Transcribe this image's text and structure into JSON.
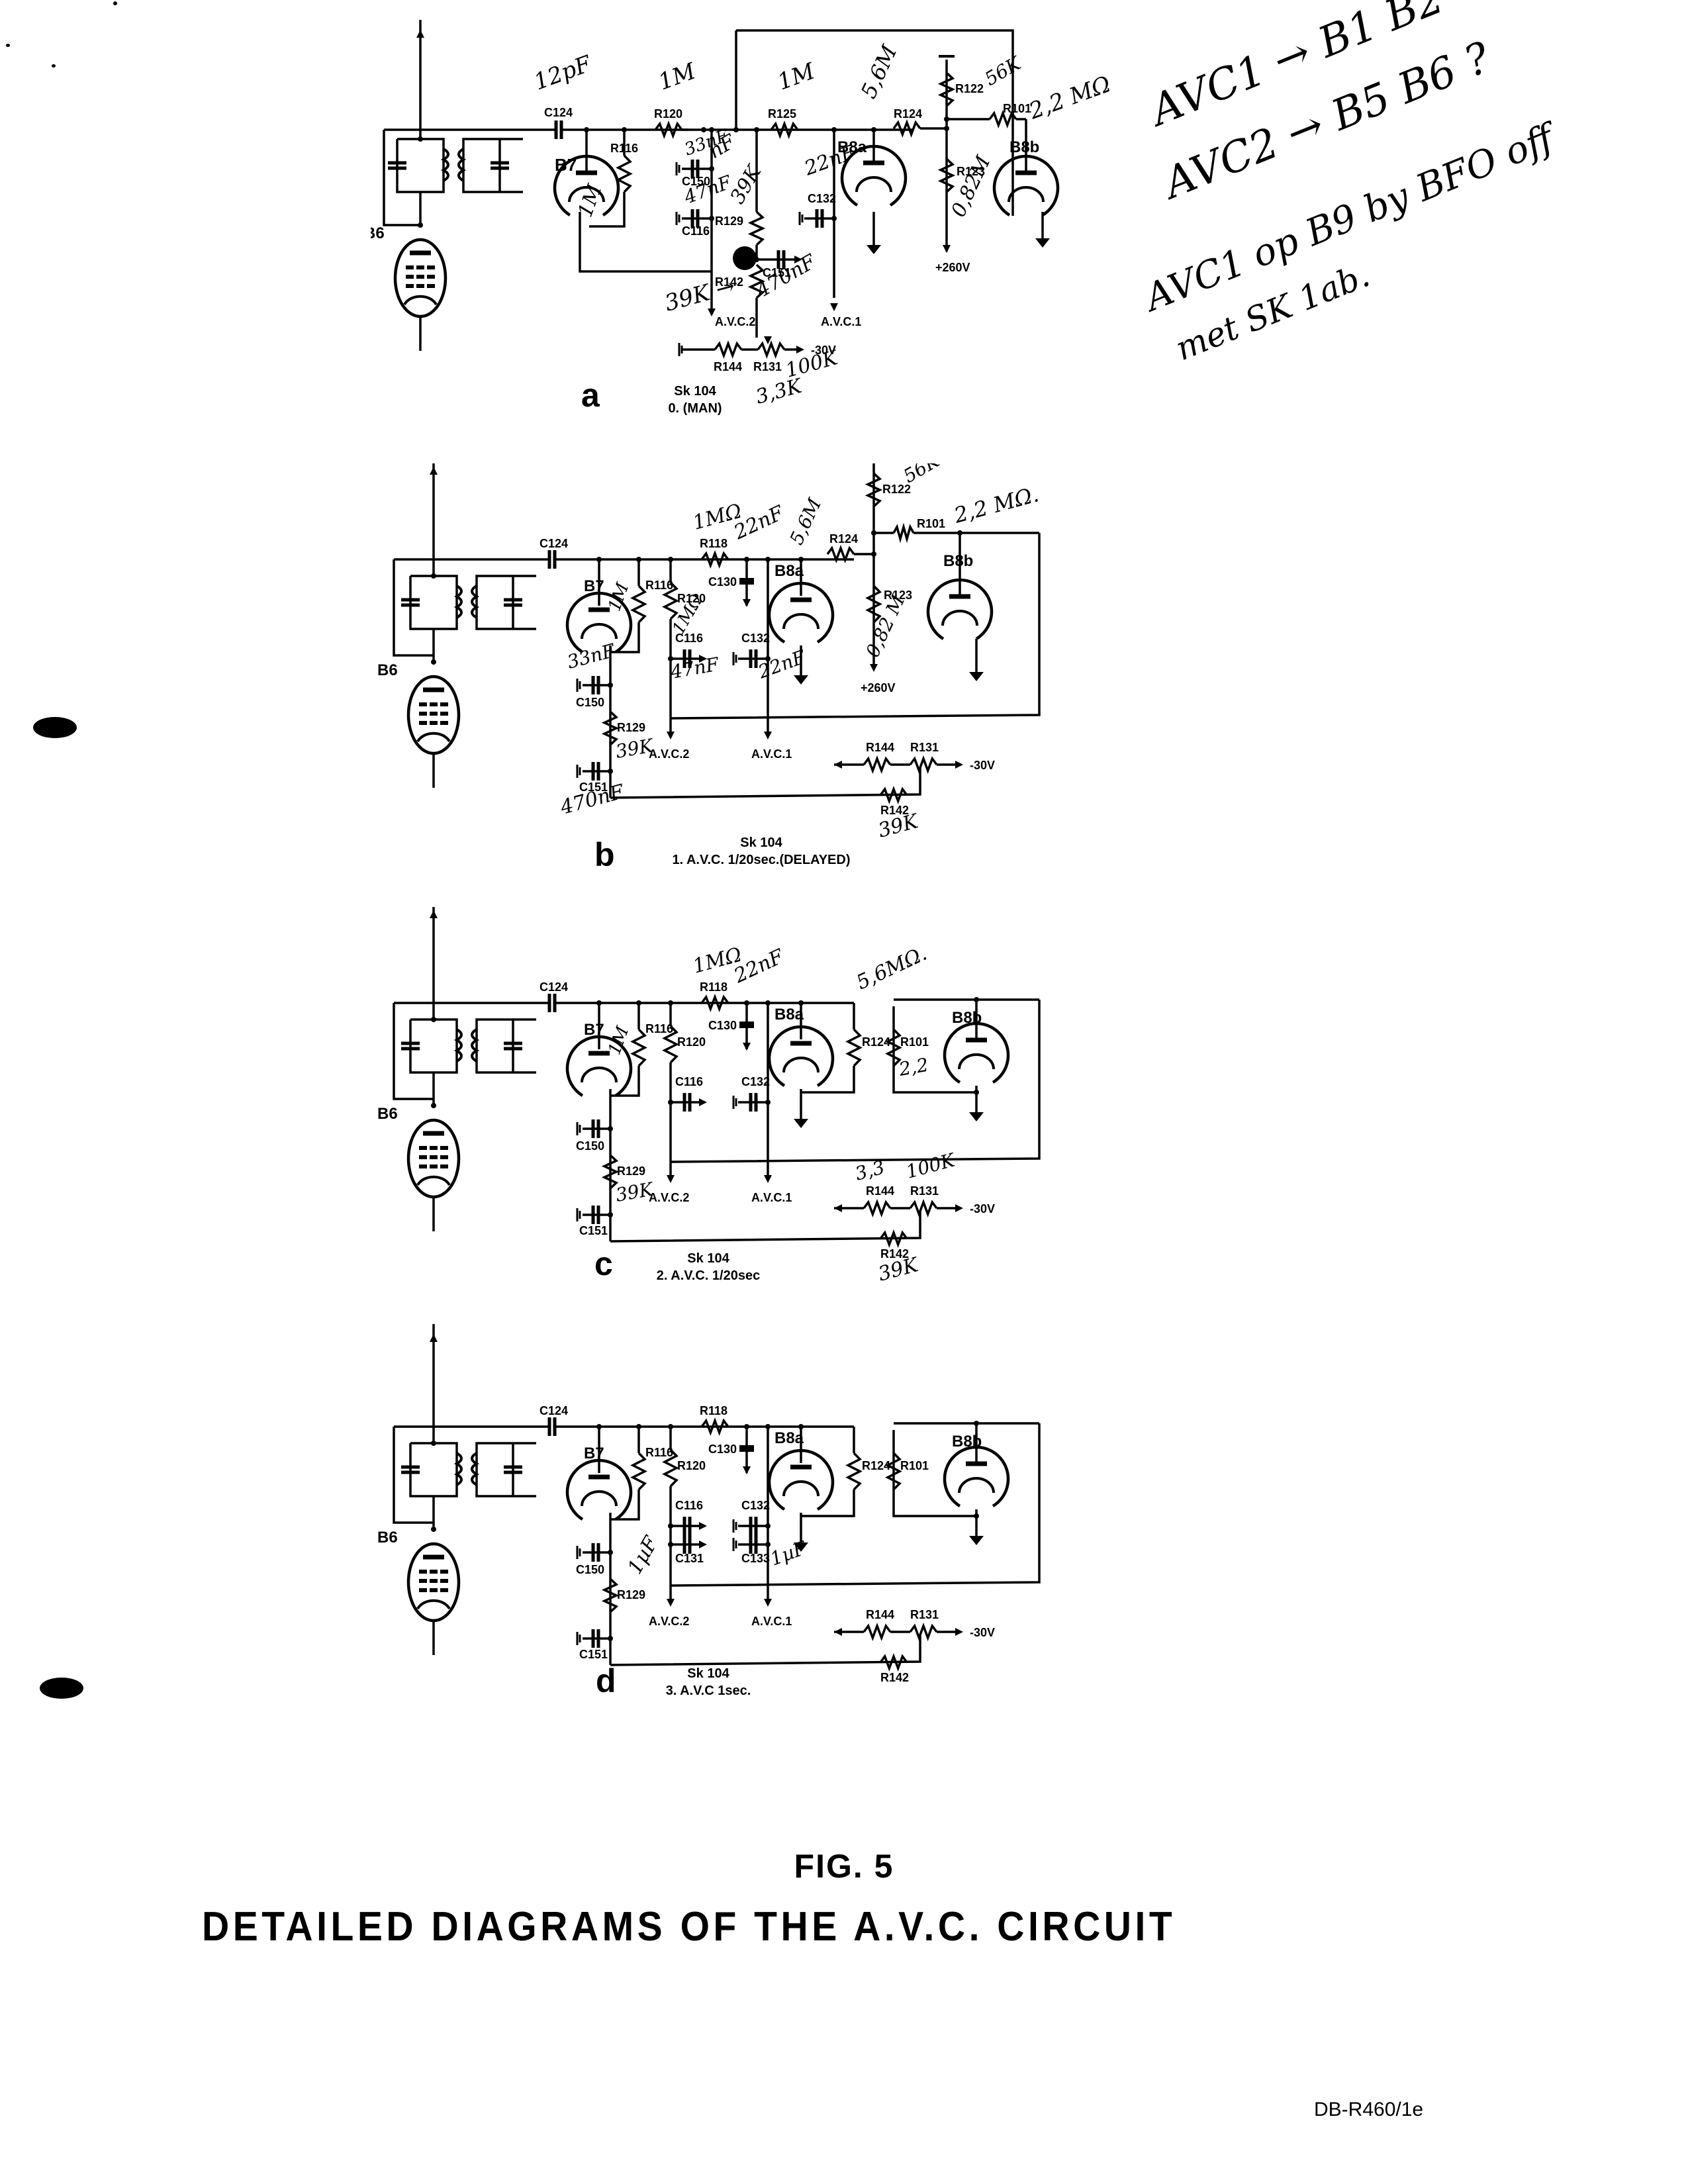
{
  "document": {
    "figure_number": "FIG. 5",
    "figure_title": "DETAILED DIAGRAMS OF THE A.V.C. CIRCUIT",
    "document_reference": "DB-R460/1e"
  },
  "handwritten_notes": [
    "AVC1 → B1 B2",
    "AVC2 → B5 B6 ?",
    "AVC1 op B9 by BFO off",
    "met SK 1ab."
  ],
  "common_labels": {
    "supply_plus": "+",
    "tube_b6": "B6",
    "tube_b7": "B7",
    "tube_b8a": "B8a",
    "tube_b8b": "B8b",
    "c124": "C124",
    "avc2": "A.V.C.2",
    "avc1": "A.V.C.1",
    "minus30v": "-30V",
    "plus260v": "+260V"
  },
  "panels": [
    {
      "letter": "a",
      "switch": "Sk 104",
      "mode": "0. (MAN)",
      "components": {
        "r116": "R116",
        "r120": "R120",
        "r125": "R125",
        "r124": "R124",
        "r122": "R122",
        "r101": "R101",
        "r123": "R123",
        "r129": "R129",
        "r142": "R142",
        "r144": "R144",
        "r131": "R131",
        "c150": "C150",
        "c116": "C116",
        "c132": "C132",
        "c151": "C151"
      },
      "annotations": {
        "c124_value": "12pF",
        "r120_value": "1M",
        "r125_value": "1M",
        "r124_value": "5,6M",
        "r122_value": "56K",
        "r101_value": "2,2 MΩ",
        "r123_value": "0,82M",
        "r116_value": "1M",
        "c150_value": "33nF",
        "c116_value": "47nF",
        "r129_value": "39K",
        "c132_value": "22nF",
        "c151_value": "470nF",
        "r142_value": "39K",
        "r144_value": "3,3K",
        "r131_value": "100K",
        "mid_value": "nF"
      }
    },
    {
      "letter": "b",
      "switch": "Sk 104",
      "mode": "1. A.V.C. 1/20sec.(DELAYED)",
      "components": {
        "r118": "R118",
        "r116": "R116",
        "r120": "R120",
        "c130": "C130",
        "r124": "R124",
        "r122": "R122",
        "r101": "R101",
        "r123": "R123",
        "c116": "C116",
        "c132": "C132",
        "c150": "C150",
        "r129": "R129",
        "c151": "C151",
        "r144": "R144",
        "r131": "R131",
        "r142": "R142"
      },
      "annotations": {
        "r118_value": "1MΩ",
        "c130_value": "22nF",
        "r124_value": "5,6M",
        "r122_value": "56K",
        "r101_value": "2,2 MΩ.",
        "r120_value": "1MΩ",
        "r123_value": "0,82 M",
        "r116_value": "1M",
        "c150_value": "33nF",
        "c116_value": "47nF",
        "c132_value": "22nF",
        "r129_value": "39K",
        "c151_value": "470nF",
        "r142_value": "39K"
      }
    },
    {
      "letter": "c",
      "switch": "Sk 104",
      "mode": "2. A.V.C. 1/20sec",
      "components": {
        "r118": "R118",
        "r116": "R116",
        "r120": "R120",
        "c130": "C130",
        "r124": "R124",
        "r101": "R101",
        "c116": "C116",
        "c132": "C132",
        "c150": "C150",
        "r129": "R129",
        "c151": "C151",
        "r144": "R144",
        "r131": "R131",
        "r142": "R142"
      },
      "annotations": {
        "r118_value": "1MΩ",
        "c130_value": "22nF",
        "r124_value": "5,6MΩ.",
        "r101_value": "2,2",
        "r116_value": "1M",
        "r129_value": "39K",
        "r144_value": "3,3",
        "r131_value": "100K",
        "r142_value": "39K"
      }
    },
    {
      "letter": "d",
      "switch": "Sk 104",
      "mode": "3. A.V.C 1sec.",
      "components": {
        "r118": "R118",
        "r116": "R116",
        "r120": "R120",
        "c130": "C130",
        "r124": "R124",
        "r101": "R101",
        "c116": "C116",
        "c131": "C131",
        "c132": "C132",
        "c133": "C133",
        "c150": "C150",
        "r129": "R129",
        "c151": "C151",
        "r144": "R144",
        "r131": "R131",
        "r142": "R142"
      },
      "annotations": {
        "c131_value": "1µF",
        "c133_value": "1µF"
      }
    }
  ]
}
